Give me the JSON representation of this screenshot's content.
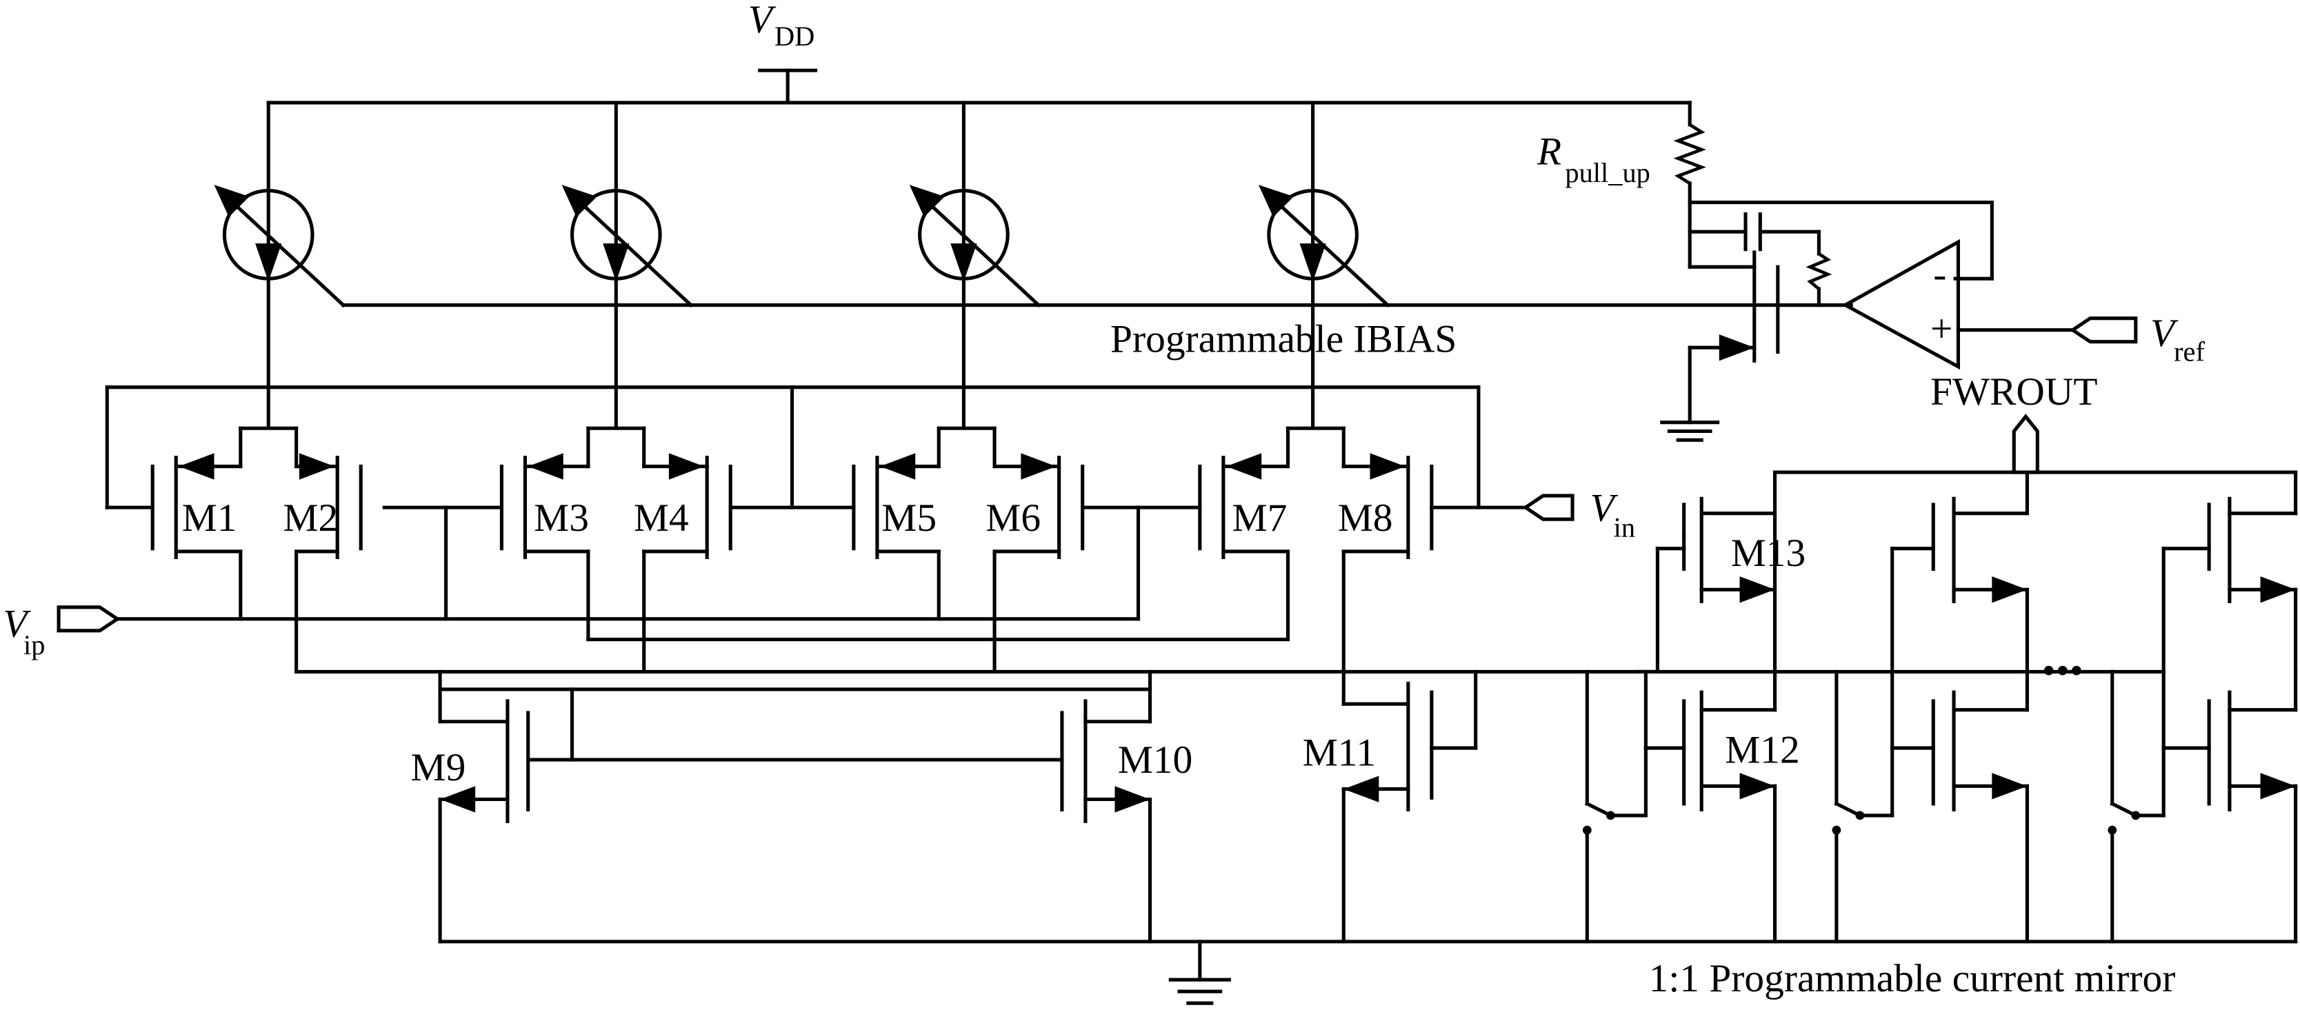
{
  "labels": {
    "vdd_symbol": "V",
    "vdd_sub": "DD",
    "rpull_symbol": "R",
    "rpull_sub": "pull_up",
    "ibias": "Programmable IBIAS",
    "vref_symbol": "V",
    "vref_sub": "ref",
    "fwrout": "FWROUT",
    "vin_symbol": "V",
    "vin_sub": "in",
    "vip_symbol": "V",
    "vip_sub": "ip",
    "mirror_caption": "1:1 Programmable current mirror",
    "opamp_minus": "-",
    "opamp_plus": "+",
    "ellipsis": "•••"
  },
  "transistors": [
    "M1",
    "M2",
    "M3",
    "M4",
    "M5",
    "M6",
    "M7",
    "M8",
    "M9",
    "M10",
    "M11",
    "M12",
    "M13"
  ]
}
